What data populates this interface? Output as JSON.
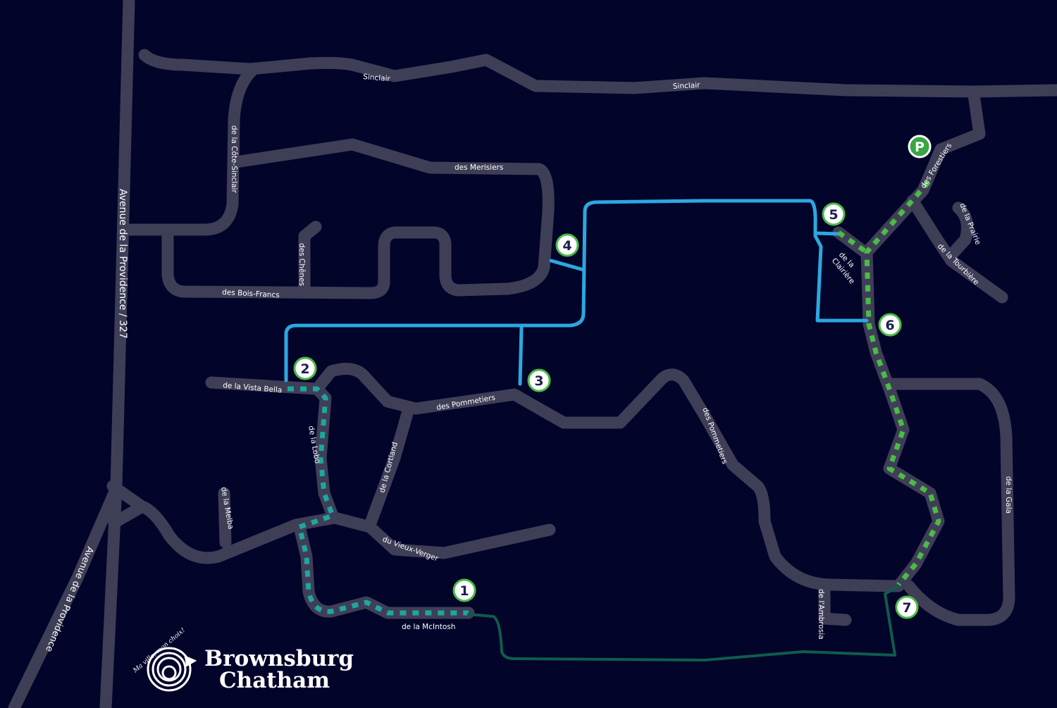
{
  "colors": {
    "background": "#03042a",
    "road": "#3f3e57",
    "route_blue": "#2ba8e0",
    "route_green_dashed": "#4cbb47",
    "route_teal_dashed": "#1ea6a0",
    "route_dark_green": "#0f5c4c",
    "marker_ring": "#4cbb47"
  },
  "streets": {
    "sinclair_1": "Sinclair",
    "sinclair_2": "Sinclair",
    "cote_sinclair": "de la Côte-Sinclair",
    "merisiers": "des Merisiers",
    "chenes": "des Chênes",
    "bois_francs": "des Bois-Francs",
    "providence_327": "Avenue de la Providence / 327",
    "providence": "Avenue de la Providence",
    "vista_bella": "de la Vista Bella",
    "lobo": "de la Lobo",
    "pommetiers_1": "des Pommetiers",
    "pommetiers_2": "des Pommetiers",
    "cortland": "de la Cortland",
    "melba": "de la Melba",
    "vieux_verger": "du Vieux-Verger",
    "mcintosh": "de la McIntosh",
    "forestiers": "des Forestiers",
    "prairie": "de la Prairie",
    "tourbiere": "de la Tourbière",
    "clairiere_1": "de la",
    "clairiere_2": "Clairière",
    "gala": "de la Gala",
    "ambrosia": "de l'Ambrosia"
  },
  "markers": [
    "1",
    "2",
    "3",
    "4",
    "5",
    "6",
    "7"
  ],
  "parking": "P",
  "logo": {
    "slogan": "Ma ville, mon choix!",
    "line1": "Brownsburg",
    "line2": "Chatham"
  }
}
